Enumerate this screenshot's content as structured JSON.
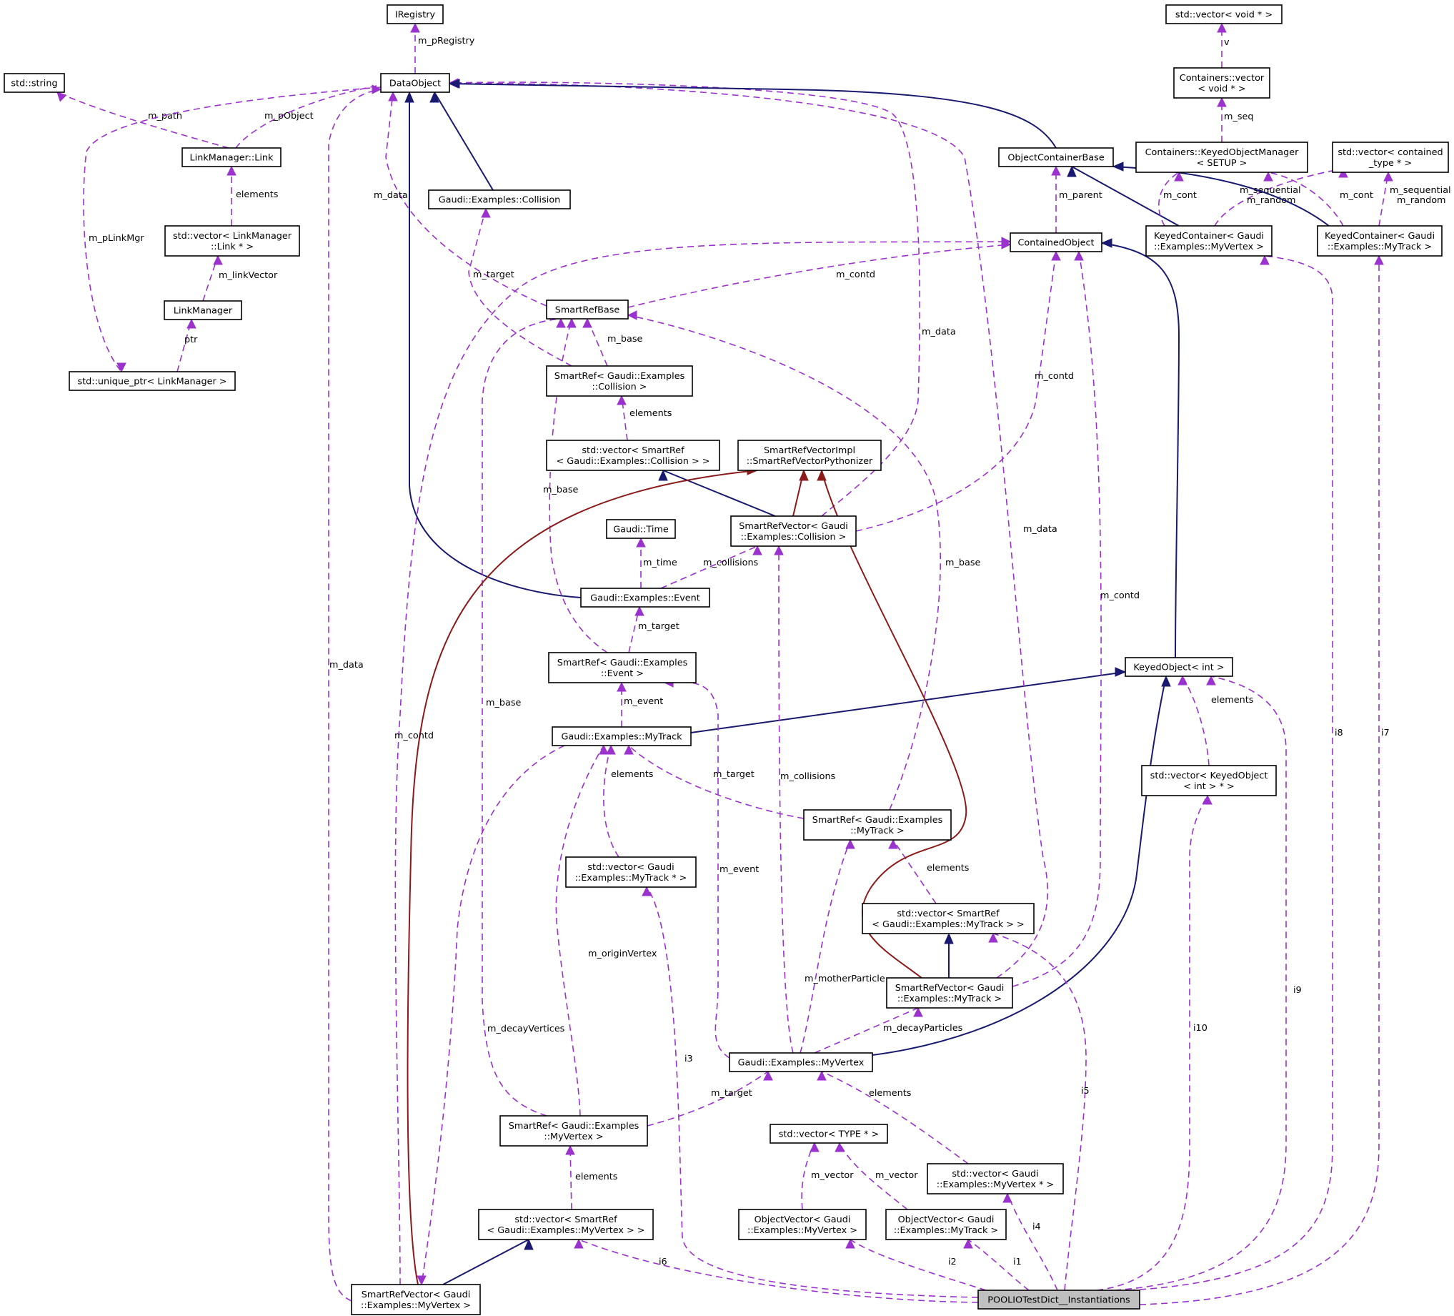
{
  "diagram": {
    "nodes": [
      {
        "id": "IRegistry",
        "lines": [
          "IRegistry"
        ]
      },
      {
        "id": "DataObject",
        "lines": [
          "DataObject"
        ]
      },
      {
        "id": "string",
        "lines": [
          "std::string"
        ]
      },
      {
        "id": "LMLink",
        "lines": [
          "LinkManager::Link"
        ]
      },
      {
        "id": "vecLMLink",
        "lines": [
          "std::vector< LinkManager",
          "::Link * >"
        ]
      },
      {
        "id": "LinkManager",
        "lines": [
          "LinkManager"
        ]
      },
      {
        "id": "uptrLM",
        "lines": [
          "std::unique_ptr< LinkManager >"
        ]
      },
      {
        "id": "Collision",
        "lines": [
          "Gaudi::Examples::Collision"
        ]
      },
      {
        "id": "SmartRefBase",
        "lines": [
          "SmartRefBase"
        ]
      },
      {
        "id": "SRCollision",
        "lines": [
          "SmartRef< Gaudi::Examples",
          "::Collision >"
        ]
      },
      {
        "id": "vecSRCollision",
        "lines": [
          "std::vector< SmartRef",
          "< Gaudi::Examples::Collision > >"
        ]
      },
      {
        "id": "SRVImpl",
        "lines": [
          "SmartRefVectorImpl",
          "::SmartRefVectorPythonizer"
        ]
      },
      {
        "id": "SRVCollision",
        "lines": [
          "SmartRefVector< Gaudi",
          "::Examples::Collision >"
        ]
      },
      {
        "id": "Time",
        "lines": [
          "Gaudi::Time"
        ]
      },
      {
        "id": "Event",
        "lines": [
          "Gaudi::Examples::Event"
        ]
      },
      {
        "id": "SREvent",
        "lines": [
          "SmartRef< Gaudi::Examples",
          "::Event >"
        ]
      },
      {
        "id": "MyTrack",
        "lines": [
          "Gaudi::Examples::MyTrack"
        ]
      },
      {
        "id": "vecMyTrackPtr",
        "lines": [
          "std::vector< Gaudi",
          "::Examples::MyTrack * >"
        ]
      },
      {
        "id": "SRMyTrack",
        "lines": [
          "SmartRef< Gaudi::Examples",
          "::MyTrack >"
        ]
      },
      {
        "id": "vecSRMyTrack",
        "lines": [
          "std::vector< SmartRef",
          "< Gaudi::Examples::MyTrack > >"
        ]
      },
      {
        "id": "SRVMyTrack",
        "lines": [
          "SmartRefVector< Gaudi",
          "::Examples::MyTrack >"
        ]
      },
      {
        "id": "MyVertex",
        "lines": [
          "Gaudi::Examples::MyVertex"
        ]
      },
      {
        "id": "SRMyVertex",
        "lines": [
          "SmartRef< Gaudi::Examples",
          "::MyVertex >"
        ]
      },
      {
        "id": "vecSRMyVertex",
        "lines": [
          "std::vector< SmartRef",
          "< Gaudi::Examples::MyVertex > >"
        ]
      },
      {
        "id": "SRVMyVertex",
        "lines": [
          "SmartRefVector< Gaudi",
          "::Examples::MyVertex >"
        ]
      },
      {
        "id": "vecTYPE",
        "lines": [
          "std::vector< TYPE * >"
        ]
      },
      {
        "id": "OVMyVertex",
        "lines": [
          "ObjectVector< Gaudi",
          "::Examples::MyVertex >"
        ]
      },
      {
        "id": "OVMyTrack",
        "lines": [
          "ObjectVector< Gaudi",
          "::Examples::MyTrack >"
        ]
      },
      {
        "id": "vecMyVertexPtr",
        "lines": [
          "std::vector< Gaudi",
          "::Examples::MyVertex * >"
        ]
      },
      {
        "id": "POOLIO",
        "lines": [
          "POOLIOTestDict__Instantiations"
        ],
        "highlight": true
      },
      {
        "id": "ObjectContainerBase",
        "lines": [
          "ObjectContainerBase"
        ]
      },
      {
        "id": "ContainedObject",
        "lines": [
          "ContainedObject"
        ]
      },
      {
        "id": "vecVoid",
        "lines": [
          "std::vector< void * >"
        ]
      },
      {
        "id": "ContVector",
        "lines": [
          "Containers::vector",
          "< void * >"
        ]
      },
      {
        "id": "KOM",
        "lines": [
          "Containers::KeyedObjectManager",
          "< SETUP >"
        ]
      },
      {
        "id": "vecContained",
        "lines": [
          "std::vector< contained",
          "_type * >"
        ]
      },
      {
        "id": "KCMyVertex",
        "lines": [
          "KeyedContainer< Gaudi",
          "::Examples::MyVertex >"
        ]
      },
      {
        "id": "KCMyTrack",
        "lines": [
          "KeyedContainer< Gaudi",
          "::Examples::MyTrack >"
        ]
      },
      {
        "id": "KeyedObject",
        "lines": [
          "KeyedObject< int >"
        ]
      },
      {
        "id": "vecKeyedObject",
        "lines": [
          "std::vector< KeyedObject",
          "< int > * >"
        ]
      }
    ],
    "edges": [
      {
        "id": "e01",
        "kind": "usage",
        "lines": [
          "m_pRegistry"
        ]
      },
      {
        "id": "e02",
        "kind": "usage",
        "lines": [
          "m_path"
        ]
      },
      {
        "id": "e03",
        "kind": "usage",
        "lines": [
          "m_pObject"
        ]
      },
      {
        "id": "e04",
        "kind": "usage",
        "lines": [
          "elements"
        ]
      },
      {
        "id": "e05",
        "kind": "usage",
        "lines": [
          "m_linkVector"
        ]
      },
      {
        "id": "e06",
        "kind": "usage",
        "lines": [
          "ptr"
        ]
      },
      {
        "id": "e07",
        "kind": "usage",
        "lines": [
          "m_pLinkMgr"
        ]
      },
      {
        "id": "e08",
        "kind": "inherit",
        "lines": []
      },
      {
        "id": "e09",
        "kind": "usage",
        "lines": [
          "m_data"
        ]
      },
      {
        "id": "e10",
        "kind": "usage",
        "lines": [
          "m_target"
        ]
      },
      {
        "id": "e11",
        "kind": "usage",
        "lines": [
          "m_base"
        ]
      },
      {
        "id": "e12",
        "kind": "usage",
        "lines": [
          "elements"
        ]
      },
      {
        "id": "e13",
        "kind": "inherit",
        "lines": []
      },
      {
        "id": "e14",
        "kind": "tmpl",
        "lines": []
      },
      {
        "id": "e15",
        "kind": "usage",
        "lines": [
          "m_data"
        ]
      },
      {
        "id": "e16",
        "kind": "usage",
        "lines": [
          "m_contd"
        ]
      },
      {
        "id": "e17",
        "kind": "usage",
        "lines": [
          "m_contd"
        ]
      },
      {
        "id": "e18",
        "kind": "inherit",
        "lines": []
      },
      {
        "id": "e19",
        "kind": "usage",
        "lines": [
          "m_time"
        ]
      },
      {
        "id": "e20",
        "kind": "usage",
        "lines": [
          "m_collisions"
        ]
      },
      {
        "id": "e21",
        "kind": "usage",
        "lines": [
          "m_target"
        ]
      },
      {
        "id": "e22",
        "kind": "usage",
        "lines": [
          "m_base"
        ]
      },
      {
        "id": "e23",
        "kind": "usage",
        "lines": [
          "m_event"
        ]
      },
      {
        "id": "e24",
        "kind": "inherit",
        "lines": []
      },
      {
        "id": "e25",
        "kind": "usage",
        "lines": [
          "elements"
        ]
      },
      {
        "id": "e26",
        "kind": "usage",
        "lines": [
          "m_target"
        ]
      },
      {
        "id": "e27",
        "kind": "usage",
        "lines": [
          "m_base"
        ]
      },
      {
        "id": "e28",
        "kind": "usage",
        "lines": [
          "elements"
        ]
      },
      {
        "id": "e29",
        "kind": "inherit",
        "lines": []
      },
      {
        "id": "e30",
        "kind": "tmpl",
        "lines": []
      },
      {
        "id": "e31",
        "kind": "usage",
        "lines": [
          "m_data"
        ]
      },
      {
        "id": "e32",
        "kind": "usage",
        "lines": [
          "m_contd"
        ]
      },
      {
        "id": "e33",
        "kind": "usage",
        "lines": [
          "m_event"
        ]
      },
      {
        "id": "e34",
        "kind": "usage",
        "lines": [
          "m_collisions"
        ]
      },
      {
        "id": "e35",
        "kind": "usage",
        "lines": [
          "m_motherParticle"
        ]
      },
      {
        "id": "e36",
        "kind": "usage",
        "lines": [
          "m_decayParticles"
        ]
      },
      {
        "id": "e37",
        "kind": "inherit",
        "lines": []
      },
      {
        "id": "e38",
        "kind": "usage",
        "lines": [
          "m_originVertex"
        ]
      },
      {
        "id": "e39",
        "kind": "usage",
        "lines": [
          "m_target"
        ]
      },
      {
        "id": "e40",
        "kind": "usage",
        "lines": [
          "m_base"
        ]
      },
      {
        "id": "e41",
        "kind": "usage",
        "lines": [
          "m_decayVertices"
        ]
      },
      {
        "id": "e42",
        "kind": "usage",
        "lines": [
          "elements"
        ]
      },
      {
        "id": "e43",
        "kind": "inherit",
        "lines": []
      },
      {
        "id": "e44",
        "kind": "tmpl",
        "lines": []
      },
      {
        "id": "e45",
        "kind": "usage",
        "lines": [
          "m_data"
        ]
      },
      {
        "id": "e46",
        "kind": "usage",
        "lines": [
          "m_contd"
        ]
      },
      {
        "id": "e47",
        "kind": "usage",
        "lines": [
          "m_vector"
        ]
      },
      {
        "id": "e48",
        "kind": "usage",
        "lines": [
          "m_vector"
        ]
      },
      {
        "id": "e49",
        "kind": "usage",
        "lines": [
          "elements"
        ]
      },
      {
        "id": "e50",
        "kind": "usage",
        "lines": [
          "i6"
        ]
      },
      {
        "id": "e51",
        "kind": "usage",
        "lines": [
          "i3"
        ]
      },
      {
        "id": "e52",
        "kind": "usage",
        "lines": [
          "i2"
        ]
      },
      {
        "id": "e53",
        "kind": "usage",
        "lines": [
          "i1"
        ]
      },
      {
        "id": "e54",
        "kind": "usage",
        "lines": [
          "i4"
        ]
      },
      {
        "id": "e55",
        "kind": "usage",
        "lines": [
          "i5"
        ]
      },
      {
        "id": "e56",
        "kind": "usage",
        "lines": [
          "i10"
        ]
      },
      {
        "id": "e57",
        "kind": "usage",
        "lines": [
          "i9"
        ]
      },
      {
        "id": "e58",
        "kind": "usage",
        "lines": [
          "i8"
        ]
      },
      {
        "id": "e59",
        "kind": "usage",
        "lines": [
          "i7"
        ]
      },
      {
        "id": "e60",
        "kind": "inherit",
        "lines": []
      },
      {
        "id": "e61",
        "kind": "usage",
        "lines": [
          "m_parent"
        ]
      },
      {
        "id": "e62",
        "kind": "usage",
        "lines": [
          "v"
        ]
      },
      {
        "id": "e63",
        "kind": "usage",
        "lines": [
          "m_seq"
        ]
      },
      {
        "id": "e64",
        "kind": "inherit",
        "lines": []
      },
      {
        "id": "e65",
        "kind": "usage",
        "lines": [
          "m_cont"
        ]
      },
      {
        "id": "e66",
        "kind": "usage",
        "lines": [
          "m_sequential",
          "m_random"
        ]
      },
      {
        "id": "e67",
        "kind": "inherit",
        "lines": []
      },
      {
        "id": "e68",
        "kind": "usage",
        "lines": [
          "m_cont"
        ]
      },
      {
        "id": "e69",
        "kind": "usage",
        "lines": [
          "m_sequential",
          "m_random"
        ]
      },
      {
        "id": "e70",
        "kind": "inherit",
        "lines": []
      },
      {
        "id": "e71",
        "kind": "usage",
        "lines": [
          "elements"
        ]
      }
    ]
  }
}
